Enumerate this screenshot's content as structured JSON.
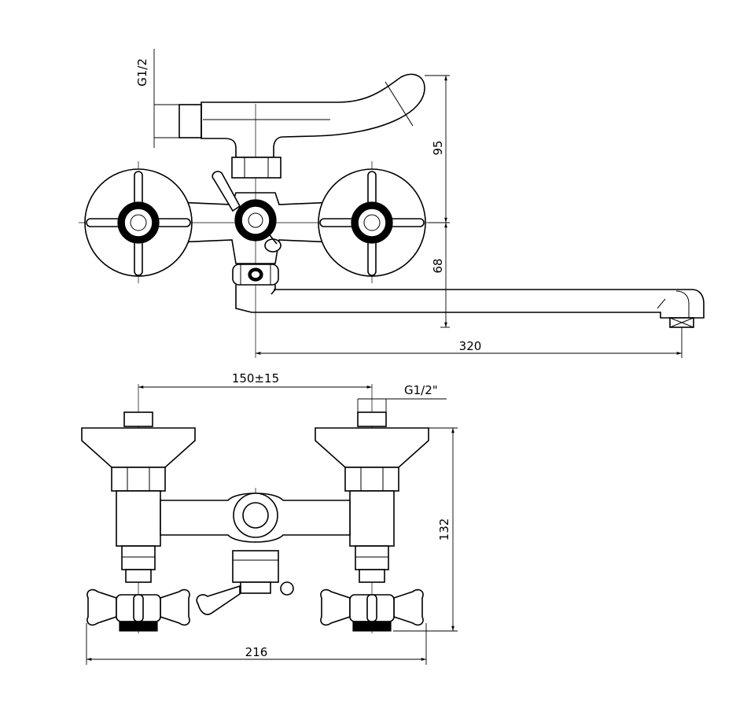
{
  "top_view": {
    "dim_inlet_thread": "G1/2",
    "dim_spout_height": "95",
    "dim_outlet_height": "68",
    "dim_spout_length": "320"
  },
  "bottom_view": {
    "dim_center_distance": "150±15",
    "dim_inlet_thread": "G1/2\"",
    "dim_total_height": "132",
    "dim_total_width": "216"
  }
}
